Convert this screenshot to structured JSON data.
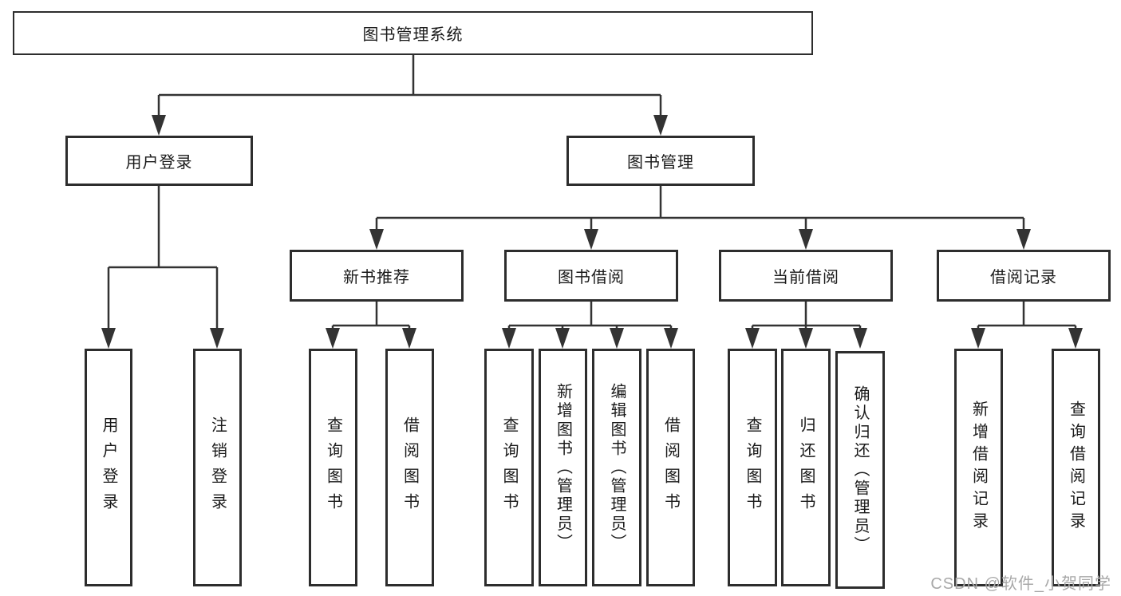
{
  "tree": {
    "root": {
      "label": "图书管理系统",
      "children": [
        {
          "label": "用户登录",
          "children": [
            {
              "label": "用户登录"
            },
            {
              "label": "注销登录"
            }
          ]
        },
        {
          "label": "图书管理",
          "children": [
            {
              "label": "新书推荐",
              "children": [
                {
                  "label": "查询图书"
                },
                {
                  "label": "借阅图书"
                }
              ]
            },
            {
              "label": "图书借阅",
              "children": [
                {
                  "label": "查询图书"
                },
                {
                  "label": "新增图书（管理员）"
                },
                {
                  "label": "编辑图书（管理员）"
                },
                {
                  "label": "借阅图书"
                }
              ]
            },
            {
              "label": "当前借阅",
              "children": [
                {
                  "label": "查询图书"
                },
                {
                  "label": "归还图书"
                },
                {
                  "label": "确认归还（管理员）"
                }
              ]
            },
            {
              "label": "借阅记录",
              "children": [
                {
                  "label": "新增借阅记录"
                },
                {
                  "label": "查询借阅记录"
                }
              ]
            }
          ]
        }
      ]
    }
  },
  "watermark": "CSDN @软件_小贺同学",
  "colors": {
    "line": "#333333",
    "box_border": "#2d2d2d",
    "text": "#1a1a1a",
    "watermark": "#a8a8a8",
    "background": "#ffffff"
  }
}
